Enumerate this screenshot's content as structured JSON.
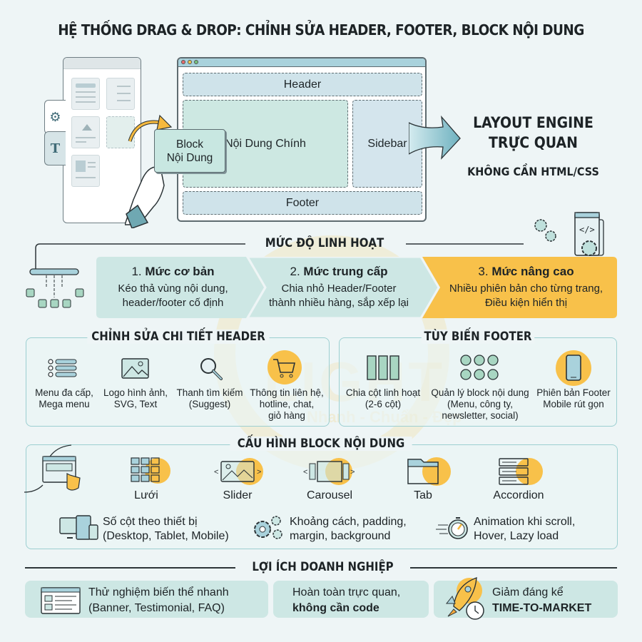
{
  "title": "HỆ THỐNG DRAG & DROP: CHỈNH SỬA HEADER, FOOTER, BLOCK NỘI DUNG",
  "watermark": {
    "brand": "LIGHT",
    "slogan": "Nhanh - Chuẩn - Đẹp"
  },
  "colors": {
    "accent": "#f8c14a",
    "teal": "#cde7e4",
    "teal_dark": "#a9d2dc",
    "background": "#eef5f6",
    "text": "#1d2326"
  },
  "hero": {
    "palette_icons": [
      "gear-icon",
      "text-tool-icon"
    ],
    "drag_block": {
      "line1": "Block",
      "line2": "Nội Dung"
    },
    "browser": {
      "header": "Header",
      "main": "Nội Dung Chính",
      "sidebar": "Sidebar",
      "footer": "Footer"
    },
    "engine_line1": "LAYOUT ENGINE",
    "engine_line2": "TRỰC QUAN",
    "engine_sub": "KHÔNG CẦN HTML/CSS"
  },
  "flexibility": {
    "heading": "MỨC ĐỘ LINH HOẠT",
    "levels": [
      {
        "num": "1.",
        "name": "Mức cơ bản",
        "line1": "Kéo thả vùng nội dung,",
        "line2": "header/footer cố định"
      },
      {
        "num": "2.",
        "name": "Mức trung cấp",
        "line1": "Chia nhỏ Header/Footer",
        "line2": "thành nhiều hàng, sắp xếp lại"
      },
      {
        "num": "3.",
        "name": "Mức nâng cao",
        "line1": "Nhiều phiên bản cho từng trang,",
        "line2": "Điều kiện hiển thị"
      }
    ]
  },
  "header_edit": {
    "heading": "CHỈNH SỬA CHI TIẾT HEADER",
    "items": [
      {
        "icon": "menu-list-icon",
        "line1": "Menu đa cấp,",
        "line2": "Mega menu",
        "line3": ""
      },
      {
        "icon": "image-icon",
        "line1": "Logo hình ảnh,",
        "line2": "SVG, Text",
        "line3": ""
      },
      {
        "icon": "search-icon",
        "line1": "Thanh tìm kiếm",
        "line2": "(Suggest)",
        "line3": ""
      },
      {
        "icon": "cart-icon",
        "line1": "Thông tin liên hệ,",
        "line2": "hotline, chat,",
        "line3": "giỏ hàng"
      }
    ]
  },
  "footer_edit": {
    "heading": "TÙY BIẾN FOOTER",
    "items": [
      {
        "icon": "columns-icon",
        "line1": "Chia cột linh hoạt",
        "line2": "(2-6 cột)",
        "line3": ""
      },
      {
        "icon": "social-icons-grid",
        "line1": "Quản lý block nội dung",
        "line2": "(Menu, công ty,",
        "line3": "newsletter, social)"
      },
      {
        "icon": "mobile-phone-icon",
        "line1": "Phiên bản Footer",
        "line2": "Mobile rút gọn",
        "line3": ""
      }
    ]
  },
  "block_config": {
    "heading": "CẤU HÌNH BLOCK NỘI DUNG",
    "types": [
      {
        "icon": "grid-icon",
        "label": "Lưới"
      },
      {
        "icon": "slider-icon",
        "label": "Slider"
      },
      {
        "icon": "carousel-icon",
        "label": "Carousel"
      },
      {
        "icon": "tab-folder-icon",
        "label": "Tab"
      },
      {
        "icon": "accordion-icon",
        "label": "Accordion"
      }
    ],
    "options": [
      {
        "icon": "devices-icon",
        "line1": "Số cột theo thiết bị",
        "line2": "(Desktop, Tablet, Mobile)"
      },
      {
        "icon": "gears-icon",
        "line1": "Khoảng cách, padding,",
        "line2": "margin, background"
      },
      {
        "icon": "stopwatch-icon",
        "line1": "Animation khi scroll,",
        "line2": "Hover, Lazy load"
      }
    ]
  },
  "benefits": {
    "heading": "LỢI ÍCH DOANH NGHIỆP",
    "items": [
      {
        "icon": "layout-page-icon",
        "line1": "Thử nghiệm biến thể nhanh",
        "line2": "(Banner, Testimonial, FAQ)"
      },
      {
        "icon": "",
        "line1": "Hoàn toàn trực quan,",
        "line2": "không cần code"
      },
      {
        "icon": "rocket-clock-icon",
        "line1": "Giảm đáng kể",
        "line2": "TIME-TO-MARKET"
      }
    ]
  }
}
